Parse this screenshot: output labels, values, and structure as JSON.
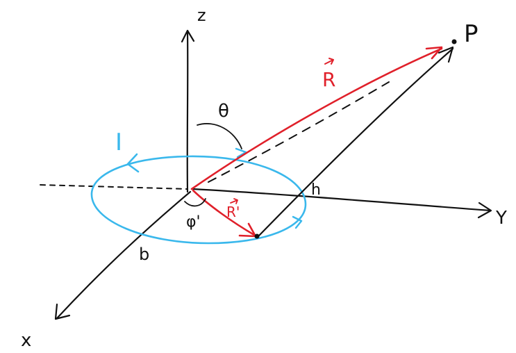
{
  "labels": {
    "z_axis": "z",
    "y_axis": "Y",
    "x_axis": "x",
    "point": "P",
    "current": "I",
    "theta": "θ",
    "r_vector": "R",
    "r_prime_vector": "R'",
    "phi_prime": "φ'",
    "radius": "b",
    "height": "h"
  },
  "colors": {
    "ink": "#111111",
    "vector_red": "#e0202a",
    "loop_blue": "#3ab8ec",
    "background": "#ffffff"
  }
}
